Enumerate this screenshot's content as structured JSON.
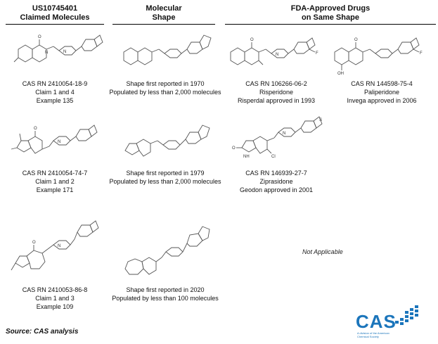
{
  "headers": {
    "claimed": "US10745401\nClaimed Molecules",
    "claimed_line1": "US10745401",
    "claimed_line2": "Claimed Molecules",
    "shape_line1": "Molecular",
    "shape_line2": "Shape",
    "fda_line1": "FDA-Approved Drugs",
    "fda_line2": "on Same Shape"
  },
  "rows": [
    {
      "claimed": [
        "CAS RN 2410054-18-9",
        "Claim 1 and 4",
        "Example 135"
      ],
      "shape": [
        "Shape first reported in 1970",
        "Populated by less than 2,000 molecules"
      ],
      "drugs": [
        [
          "CAS RN 106266-06-2",
          "Risperidone",
          "Risperdal approved in 1993"
        ],
        [
          "CAS RN 144598-75-4",
          "Paliperidone",
          "Invega approved in 2006"
        ]
      ]
    },
    {
      "claimed": [
        "CAS RN 2410054-74-7",
        "Claim 1 and 2",
        "Example 171"
      ],
      "shape": [
        "Shape first reported in 1979",
        "Populated by less than 2,000 molecules"
      ],
      "drugs": [
        [
          "CAS RN 146939-27-7",
          "Ziprasidone",
          "Geodon approved in 2001"
        ]
      ]
    },
    {
      "claimed": [
        "CAS RN 2410053-86-8",
        "Claim 1 and 3",
        "Example 109"
      ],
      "shape": [
        "Shape first reported in 2020",
        "Populated by less than 100 molecules"
      ],
      "drugs": []
    }
  ],
  "not_applicable": "Not Applicable",
  "source": "Source: CAS analysis",
  "logo": {
    "word": "CAS",
    "tagline": "A division of the American Chemical Society",
    "color": "#1b75bb"
  },
  "atom_labels": {
    "O": "O",
    "N": "N",
    "F": "F",
    "S": "S",
    "OH": "OH",
    "Cl": "Cl",
    "NH": "NH"
  }
}
